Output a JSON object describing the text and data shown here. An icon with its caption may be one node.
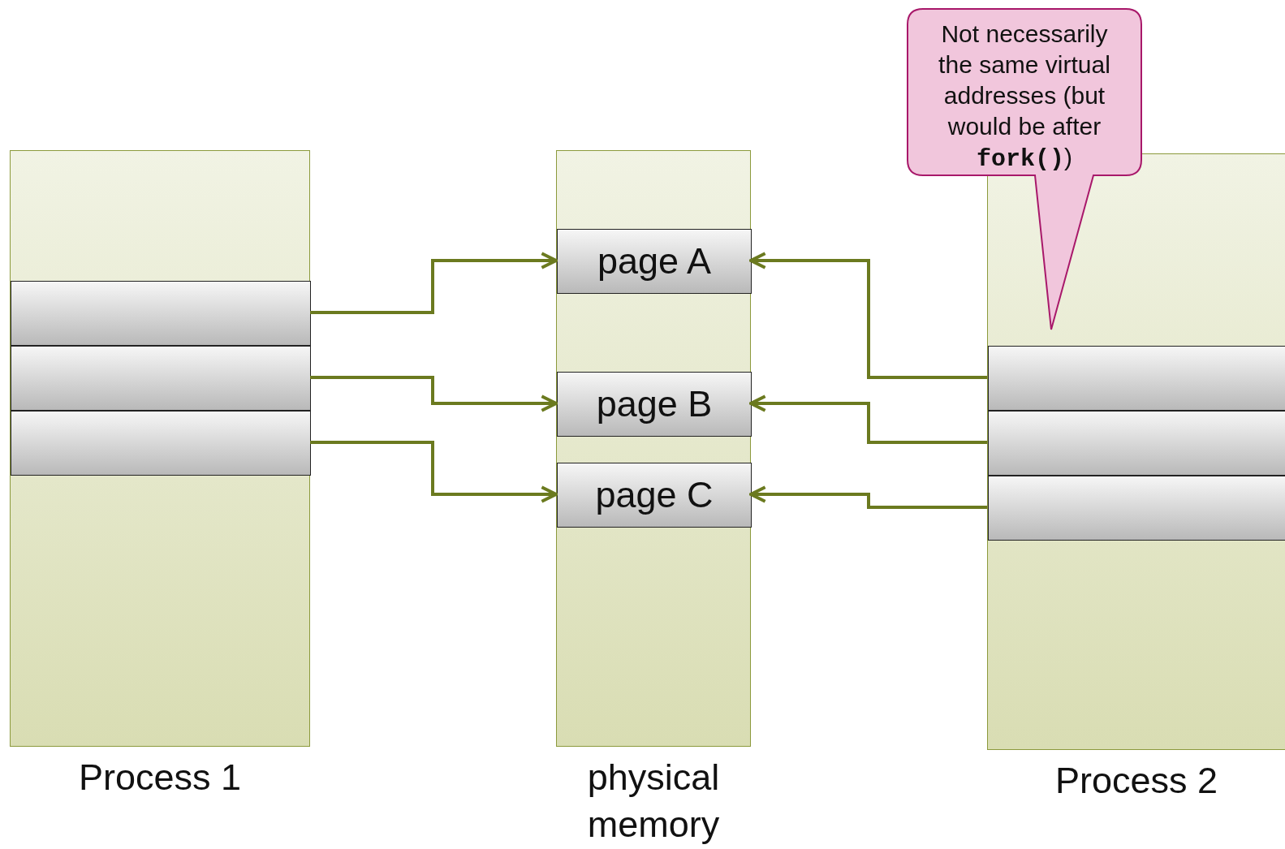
{
  "diagram": {
    "nodes": [
      {
        "text": [
          "Process 1"
        ]
      },
      {
        "text": [],
        "shape": "box",
        "in": 0
      },
      {
        "text": [],
        "shape": "box",
        "in": 0
      },
      {
        "text": [],
        "shape": "box",
        "in": 0
      },
      {
        "text": [
          "physical memory"
        ]
      },
      {
        "text": [
          "page A"
        ],
        "in": 4
      },
      {
        "text": [
          "page B"
        ],
        "in": 4
      },
      {
        "text": [
          "page C"
        ],
        "in": 4
      },
      {
        "text": [
          "Process 2"
        ]
      },
      {
        "text": [],
        "shape": "box",
        "in": 8
      },
      {
        "text": [],
        "shape": "box",
        "in": 8
      },
      {
        "text": [],
        "shape": "box",
        "in": 8
      },
      {
        "text": [
          "Not necessarily the same virtual addresses (but would be after **fork()**)"
        ]
      }
    ],
    "edges": [
      {
        "from": 1,
        "to": 5,
        "arrow": "to"
      },
      {
        "from": 2,
        "to": 6,
        "arrow": "to"
      },
      {
        "from": 3,
        "to": 7,
        "arrow": "to"
      },
      {
        "from": 9,
        "to": 5,
        "arrow": "to"
      },
      {
        "from": 10,
        "to": 6,
        "arrow": "to"
      },
      {
        "from": 11,
        "to": 7,
        "arrow": "to"
      }
    ]
  }
}
